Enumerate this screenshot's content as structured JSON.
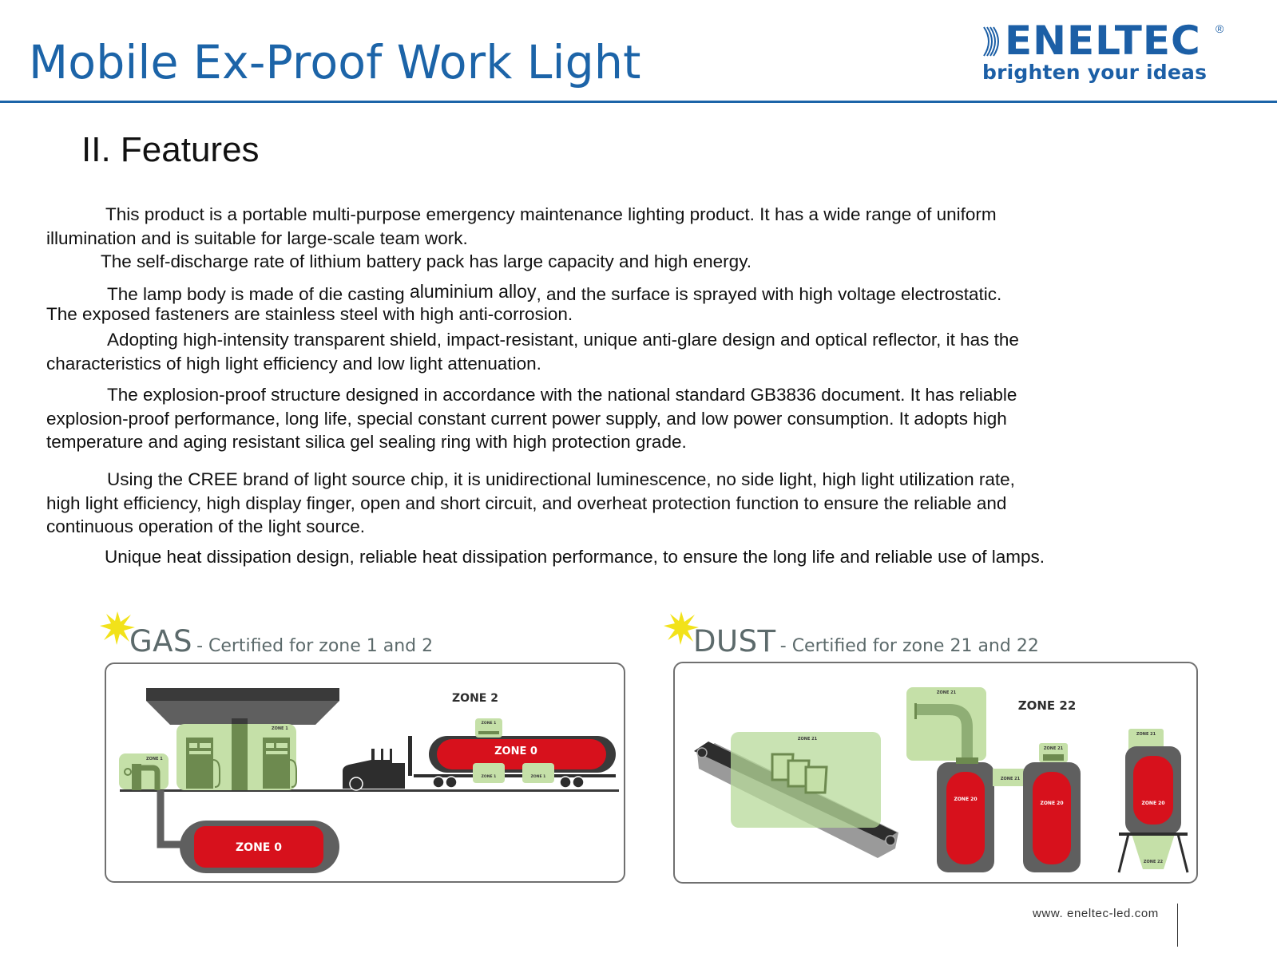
{
  "header": {
    "title": "Mobile Ex-Proof Work Light",
    "accent_color": "#1c64a8",
    "logo": {
      "brand": "ENELTEC",
      "registered_mark": "®",
      "tagline": "brighten your ideas"
    }
  },
  "section": {
    "heading": "II. Features",
    "paragraphs": [
      {
        "lines": [
          "This product is a portable multi-purpose emergency maintenance lighting product. It has a wide range of uniform",
          "illumination and is suitable for large-scale team work."
        ]
      },
      {
        "lines": [
          "The self-discharge rate of lithium battery pack has large capacity and high energy."
        ]
      },
      {
        "pre": "The lamp body is made of die casting ",
        "inline": "aluminium alloy",
        "post": ", and the surface is sprayed with high voltage electrostatic.",
        "line2": "The exposed fasteners are stainless steel with high anti-corrosion."
      },
      {
        "lines": [
          "Adopting high-intensity transparent shield, impact-resistant, unique anti-glare design and optical reflector, it has the",
          "characteristics of high light efficiency and low light attenuation."
        ]
      },
      {
        "lines": [
          "The explosion-proof structure designed in accordance with the national standard GB3836 document. It has reliable",
          "explosion-proof performance, long life, special constant current power supply, and low power consumption. It adopts high",
          "temperature and aging resistant silica gel sealing ring with high protection grade."
        ]
      },
      {
        "lines": [
          "Using the CREE brand of light source chip,  it is unidirectional luminescence, no side light, high light utilization rate,",
          "high light efficiency, high display finger, open and short circuit, and overheat protection function to ensure the reliable and",
          "continuous operation of the light source."
        ]
      },
      {
        "lines": [
          "Unique heat dissipation design, reliable heat dissipation performance, to ensure the long life and reliable use of lamps."
        ]
      }
    ]
  },
  "gas_diagram": {
    "title": "GAS",
    "subtitle": "- Certified for zone 1 and 2",
    "labels": {
      "zone2": "ZONE 2",
      "zone0_truck": "ZONE 0",
      "zone0_tank": "ZONE 0",
      "zone1": "ZONE 1"
    }
  },
  "dust_diagram": {
    "title": "DUST",
    "subtitle": "- Certified for zone 21 and 22",
    "labels": {
      "zone22": "ZONE 22",
      "zone21": "ZONE 21",
      "zone20": "ZONE 20",
      "zone22_small": "ZONE 22"
    }
  },
  "colors": {
    "zone0_red": "#d7111c",
    "zone1_green": "#c5e0a8",
    "equipment_gray": "#5f5f5f",
    "equipment_dark": "#3a3a3a",
    "star_yellow": "#f2e21a"
  },
  "footer": {
    "url": "www. eneltec-led.com"
  }
}
